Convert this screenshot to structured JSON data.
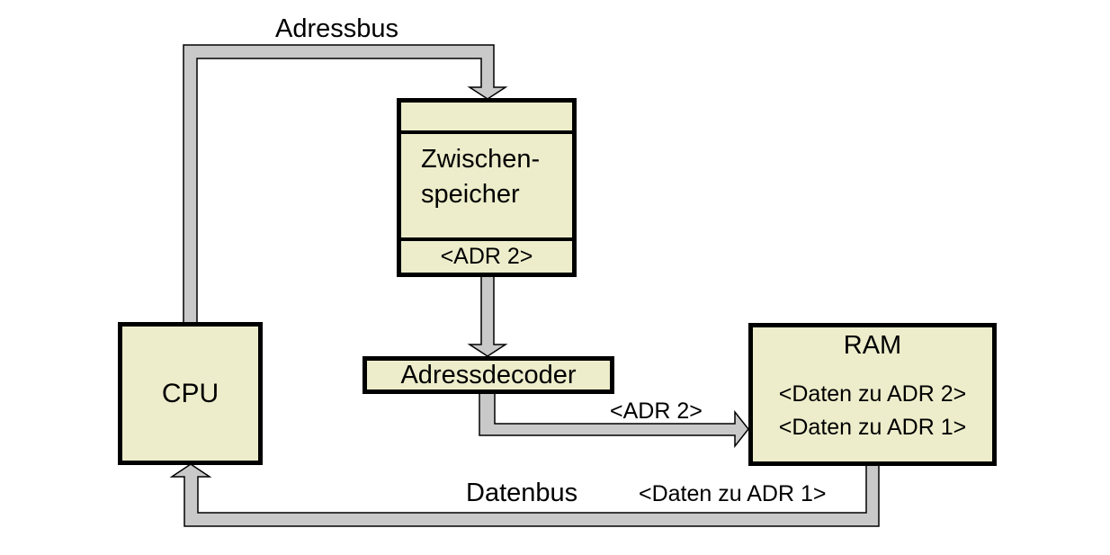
{
  "labels": {
    "adressbus": "Adressbus",
    "datenbus": "Datenbus",
    "adr2_on_bus": "<ADR 2>",
    "daten_zu_adr1_on_bus": "<Daten zu ADR 1>"
  },
  "boxes": {
    "cpu": {
      "label": "CPU"
    },
    "zwischenspeicher": {
      "line1": "Zwischen-",
      "line2": "speicher",
      "slot": "<ADR 2>"
    },
    "adressdecoder": {
      "label": "Adressdecoder"
    },
    "ram": {
      "title": "RAM",
      "row1": "<Daten zu ADR 2>",
      "row2": "<Daten zu ADR 1>"
    }
  },
  "colors": {
    "box_fill": "#ededcb",
    "bus_fill": "#c9c9c9",
    "outline": "#000000",
    "background": "#ffffff",
    "text": "#000000"
  }
}
